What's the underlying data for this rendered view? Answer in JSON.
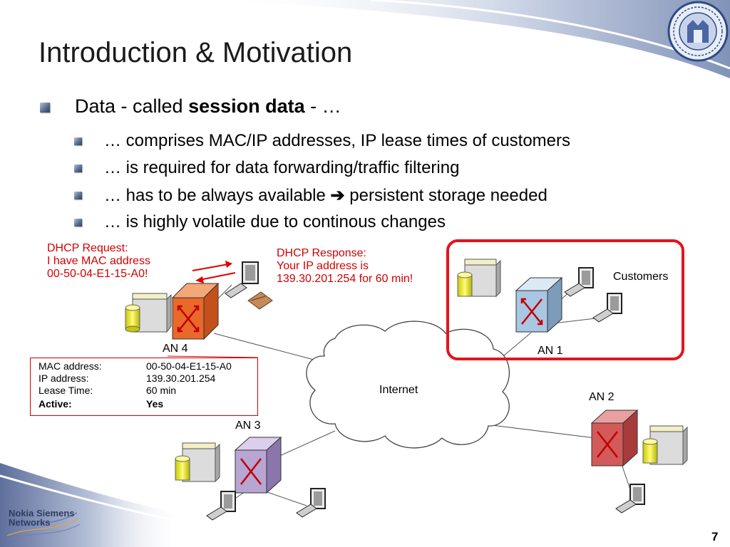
{
  "title": "Introduction & Motivation",
  "bullet_main": {
    "prefix": "Data - called ",
    "bold": "session data",
    "suffix": " - …"
  },
  "sub_bullets": [
    "… comprises MAC/IP addresses, IP lease times of customers",
    "… is required for data forwarding/traffic filtering",
    "… has to be always available",
    "persistent storage needed",
    "… is highly volatile due to continous changes"
  ],
  "dhcp_request": [
    "DHCP Request:",
    "I have MAC address",
    "00-50-04-E1-15-A0!"
  ],
  "dhcp_response": [
    "DHCP Response:",
    "Your IP address is",
    "139.30.201.254 for 60 min!"
  ],
  "labels": {
    "an4": "AN 4",
    "an1": "AN 1",
    "an2": "AN 2",
    "an3": "AN 3",
    "internet": "Internet",
    "customers": "Customers"
  },
  "session_record": {
    "mac_label": "MAC address:",
    "mac_value": "00-50-04-E1-15-A0",
    "ip_label": "IP address:",
    "ip_value": "139.30.201.254",
    "lease_label": "Lease Time:",
    "lease_value": "60 min",
    "active_label": "Active:",
    "active_value": "Yes"
  },
  "logo_text": [
    "Nokia Siemens",
    "Networks"
  ],
  "page_number": "7",
  "colors": {
    "accent_red": "#d40000",
    "router_an4": "#e8692a",
    "router_an1": "#a9c6e3",
    "router_an2": "#d25a5a",
    "router_an3": "#b7a5d3"
  }
}
